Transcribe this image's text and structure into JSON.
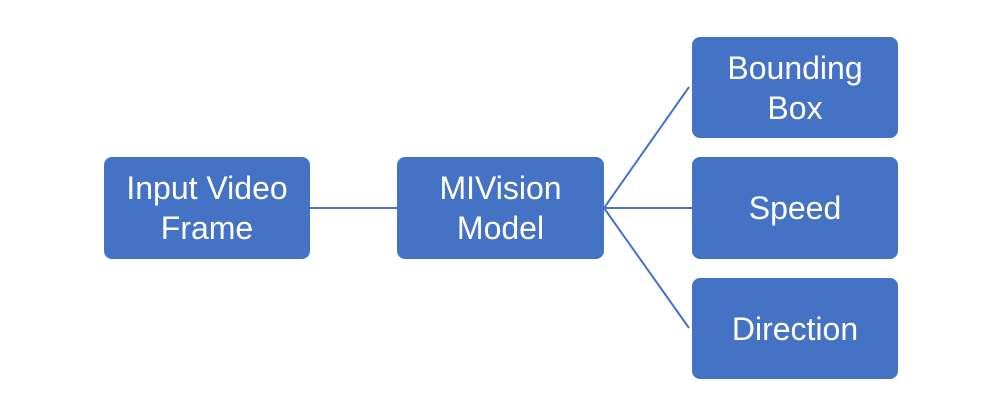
{
  "diagram": {
    "line_color": "#4472c4",
    "box_color": "#4472c4",
    "text_color": "#ffffff",
    "nodes": {
      "input": {
        "line1": "Input Video",
        "line2": "Frame"
      },
      "model": {
        "line1": "MIVision",
        "line2": "Model"
      },
      "bounding_box": {
        "line1": "Bounding",
        "line2": "Box"
      },
      "speed": {
        "label": "Speed"
      },
      "direction": {
        "label": "Direction"
      }
    },
    "edges": [
      {
        "from": "input",
        "to": "model"
      },
      {
        "from": "model",
        "to": "bounding_box"
      },
      {
        "from": "model",
        "to": "speed"
      },
      {
        "from": "model",
        "to": "direction"
      }
    ]
  }
}
